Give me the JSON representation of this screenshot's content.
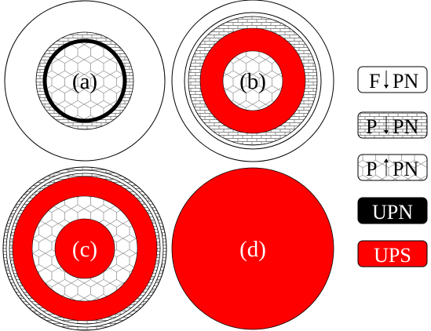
{
  "panels": [
    {
      "label": "(a)"
    },
    {
      "label": "(b)"
    },
    {
      "label": "(c)"
    },
    {
      "label": "(d)"
    }
  ],
  "legend": [
    {
      "label": "F",
      "arrow": "down",
      "label2": "PN",
      "fill": "white",
      "text_color": "#000000"
    },
    {
      "label": "P",
      "arrow": "down",
      "label2": "PN",
      "fill": "brick",
      "text_color": "#000000"
    },
    {
      "label": "P",
      "arrow": "up",
      "label2": "PN",
      "fill": "hexagon",
      "text_color": "#000000"
    },
    {
      "label": "UPN",
      "fill": "solid-black",
      "text_color": "#ffffff"
    },
    {
      "label": "UPS",
      "fill": "solid-red",
      "text_color": "#ffffff"
    }
  ],
  "colors": {
    "ups_red": "#ff0000",
    "upn_black": "#000000",
    "outline": "#000000",
    "background": "#ffffff"
  }
}
